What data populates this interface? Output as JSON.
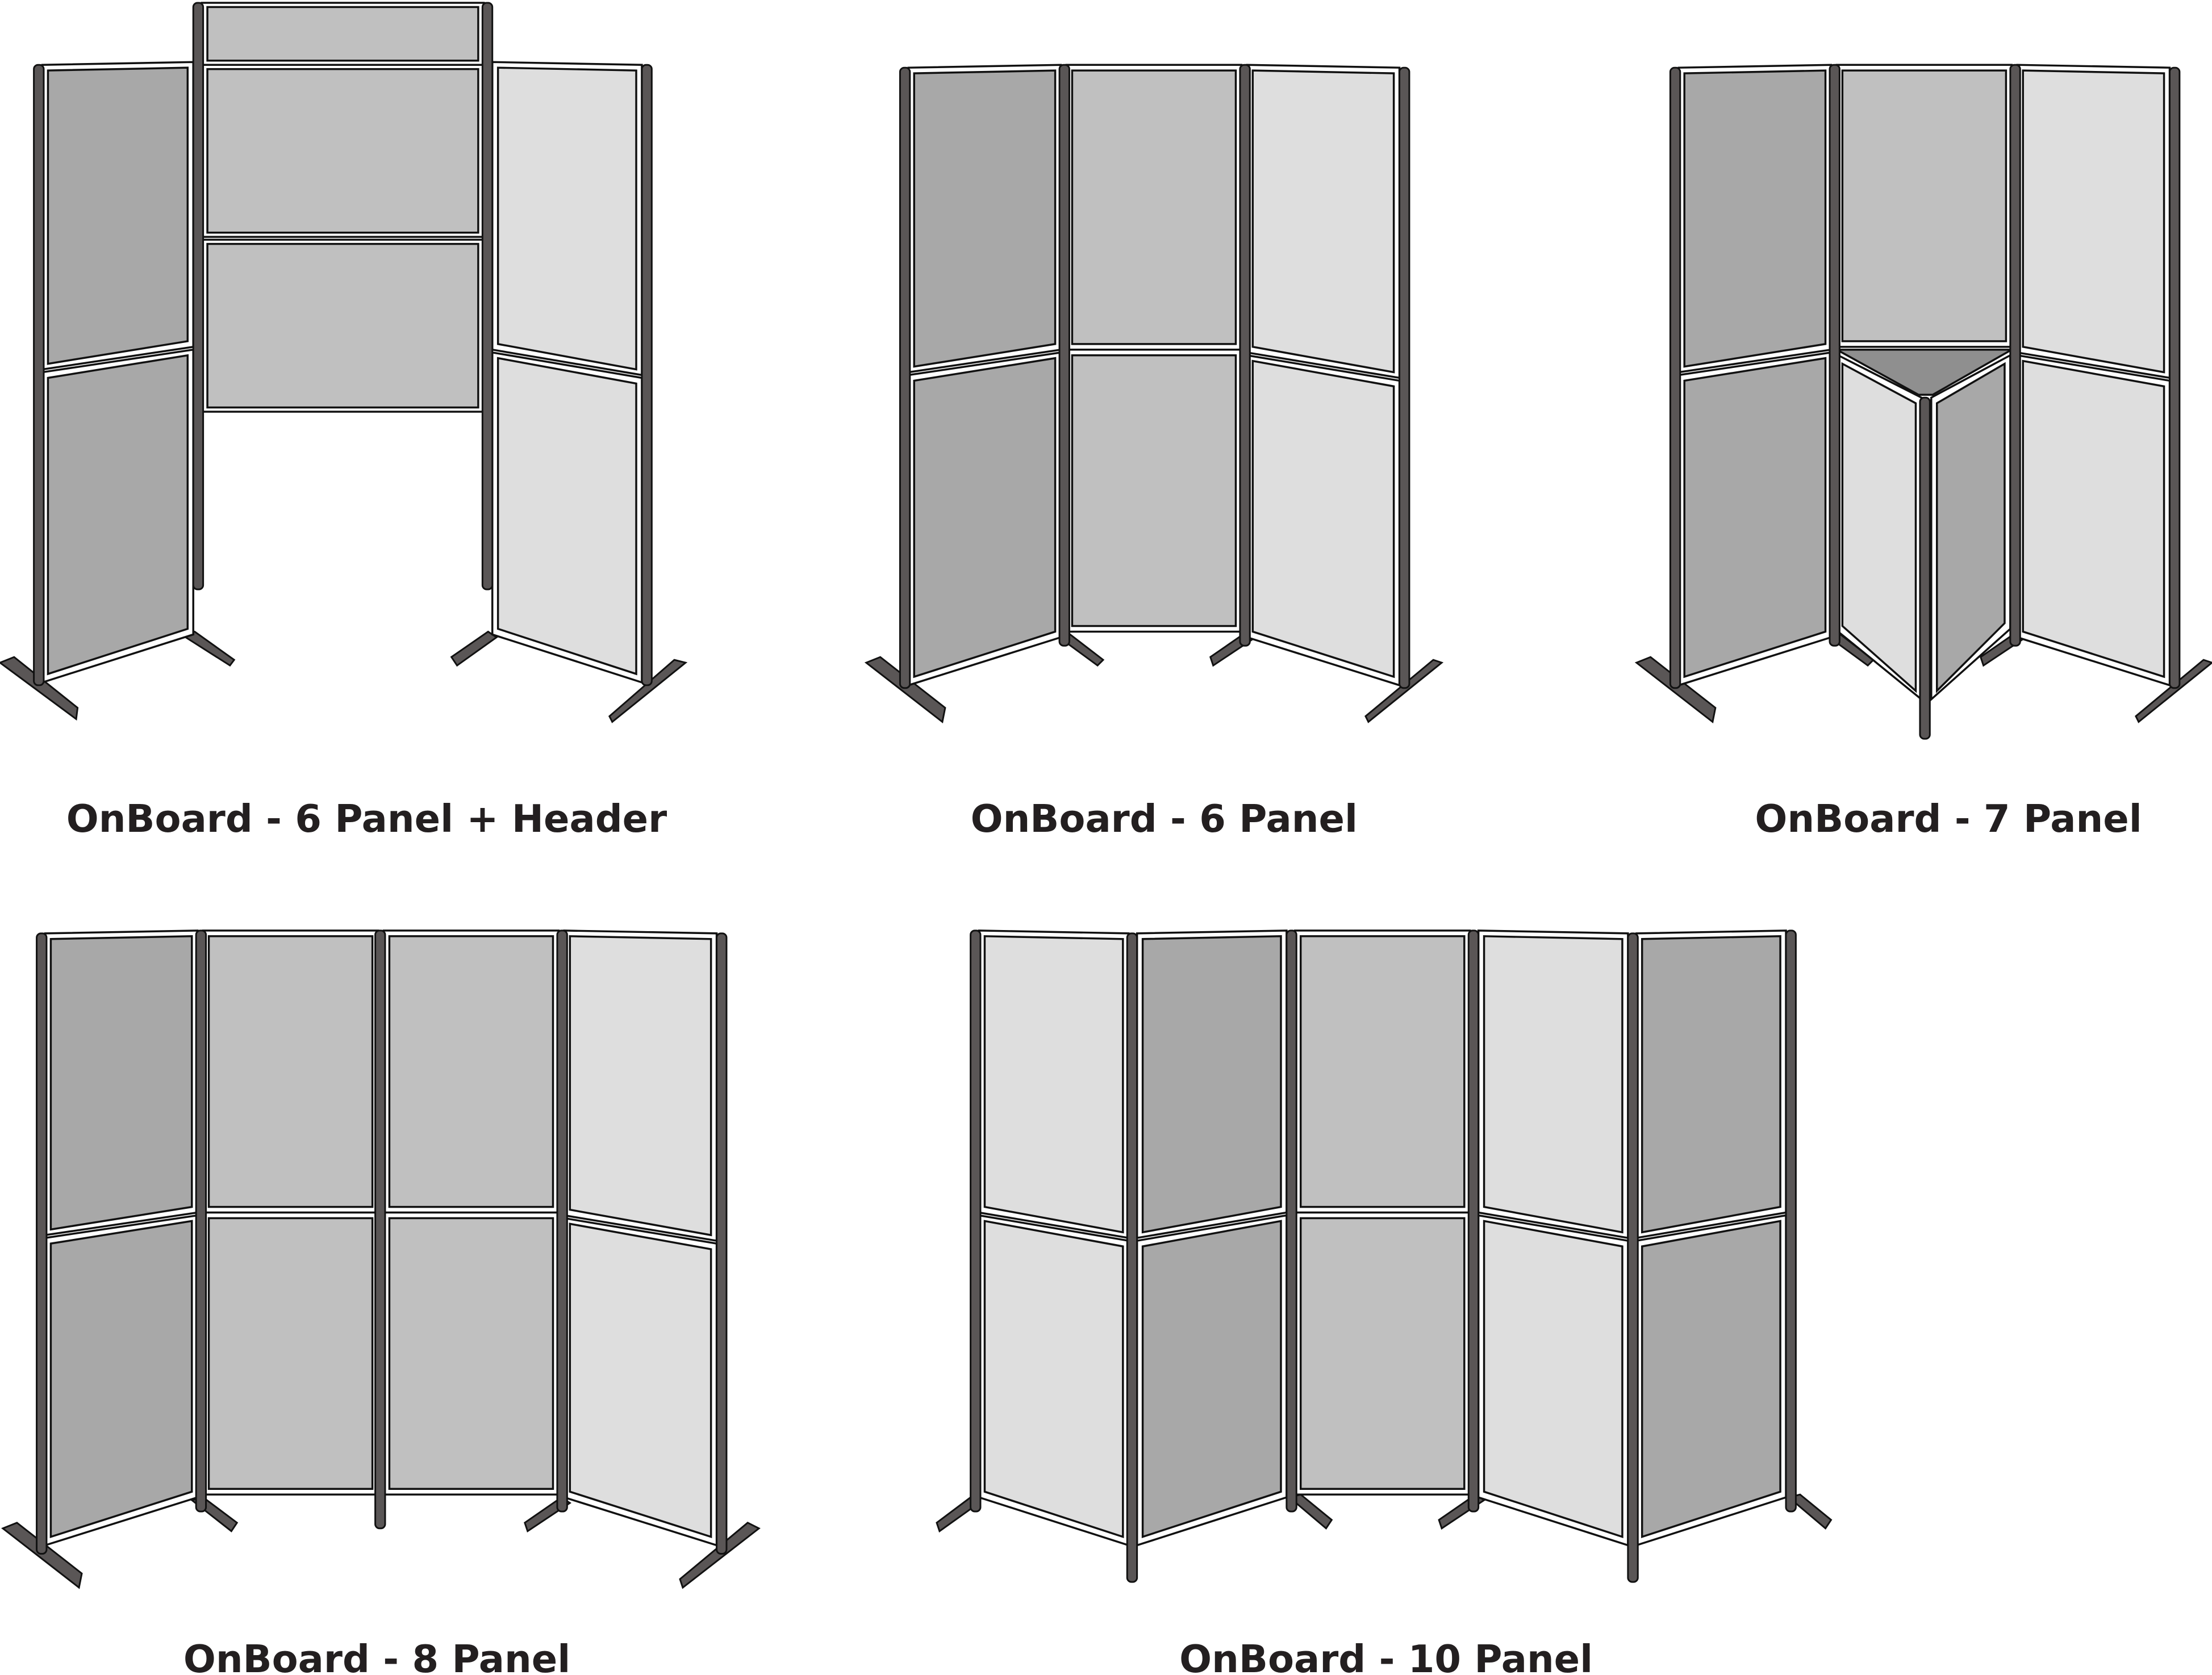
{
  "colors": {
    "panel_dark": "#a8a8a8",
    "panel_mid": "#c0c0c0",
    "panel_light": "#dedede",
    "pole": "#5a5656",
    "label": "#231f20"
  },
  "configurations": [
    {
      "id": "6-panel-header",
      "label": "OnBoard - 6 Panel + Header",
      "panels": 6,
      "header": true
    },
    {
      "id": "6-panel",
      "label": "OnBoard - 6 Panel",
      "panels": 6,
      "header": false
    },
    {
      "id": "7-panel",
      "label": "OnBoard - 7 Panel",
      "panels": 7,
      "header": false
    },
    {
      "id": "8-panel",
      "label": "OnBoard - 8 Panel",
      "panels": 8,
      "header": false
    },
    {
      "id": "10-panel",
      "label": "OnBoard - 10 Panel",
      "panels": 10,
      "header": false
    }
  ]
}
